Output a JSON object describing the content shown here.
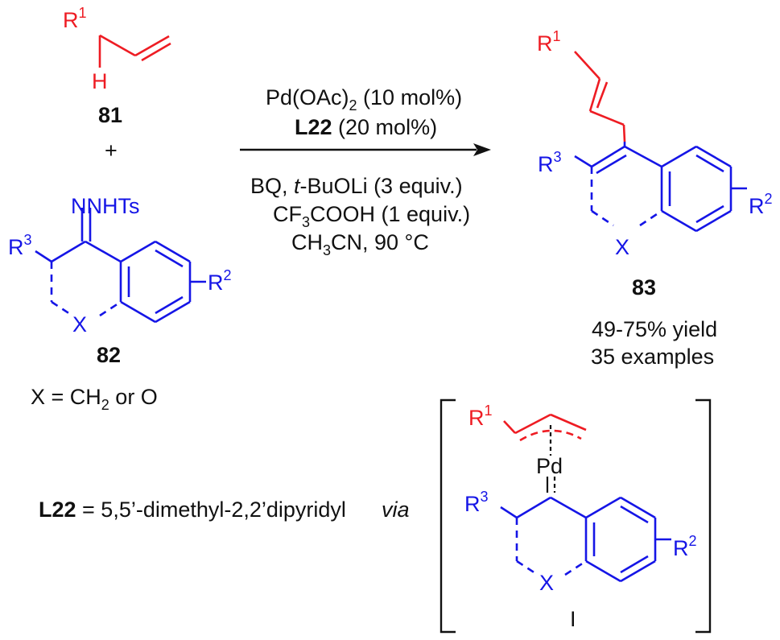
{
  "colors": {
    "red": "#ee1c23",
    "blue": "#1515e6",
    "black": "#111111"
  },
  "labels": {
    "R1": "R",
    "sup1": "1",
    "R2": "R",
    "sup2": "2",
    "R3": "R",
    "sup3": "3",
    "H": "H",
    "X": "X",
    "NNHTs": "NNHTs",
    "Pd": "Pd",
    "plus": "+"
  },
  "compounds": {
    "c81": "81",
    "c82": "82",
    "c83": "83",
    "intermediate": "I"
  },
  "conditions": {
    "line1_main": "Pd(OAc)",
    "line1_sub": "2",
    "line1_rest": " (10 mol%)",
    "line2_bold": "L22",
    "line2_rest": " (20 mol%)",
    "line3_pre": "BQ, ",
    "line3_ital": "t",
    "line3_rest": "-BuOLi (3 equiv.)",
    "line4_pre": "CF",
    "line4_sub": "3",
    "line4_rest": "COOH (1 equiv.)",
    "line5_pre": "CH",
    "line5_sub": "3",
    "line5_rest": "CN, 90 °C"
  },
  "results": {
    "yield": "49-75% yield",
    "examples": "35 examples"
  },
  "x_def": {
    "pre": "X = CH",
    "sub": "2",
    "rest": " or O"
  },
  "ligand": {
    "bold": "L22",
    "rest": " = 5,5’-dimethyl-2,2’dipyridyl",
    "via": "via"
  }
}
